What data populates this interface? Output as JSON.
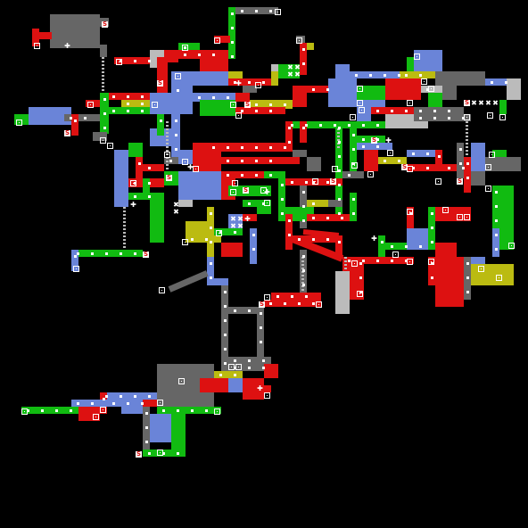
{
  "map": {
    "title": "",
    "background": "#000000",
    "palette": {
      "gray": "#666666",
      "light_gray": "#bbbbbb",
      "red": "#dd1111",
      "green": "#11bb11",
      "blue": "#6a84d8",
      "yellow": "#bbbb11",
      "marker": "#ffffff"
    },
    "legend_symbols": {
      "save_point": "S",
      "warp": "✚",
      "item": "◉",
      "boss": "✖"
    },
    "areas": [
      "gray",
      "light_gray",
      "red",
      "green",
      "blue",
      "yellow"
    ]
  }
}
